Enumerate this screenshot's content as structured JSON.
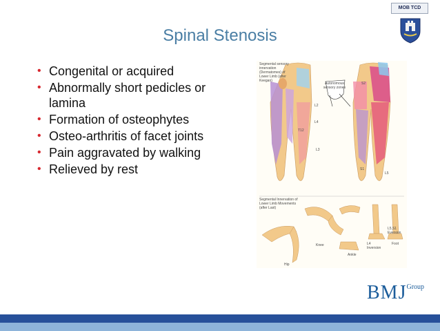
{
  "header": {
    "tag": "MOB TCD"
  },
  "slide": {
    "title": "Spinal Stenosis",
    "bullets": [
      "Congenital or acquired",
      "Abnormally short pedicles or lamina",
      "Formation of osteophytes",
      "Osteo-arthritis of facet joints",
      "Pain aggravated by walking",
      "Relieved by rest"
    ],
    "bullet_color": "#d7282f",
    "title_color": "#4a7ea4"
  },
  "figure": {
    "top_caption": "Segmental sensory innervation (Dermatomes) of Lower Limb (after Keegan)",
    "callout": "Autonomous sensory zones",
    "bottom_caption": "Segmental Innervation of Lower Limb Movements (after Last)",
    "labels": {
      "knee": "Knee",
      "hip": "Hip",
      "ankle": "Ankle",
      "foot": "Foot",
      "inversion": "L4 Inversion",
      "eversion": "L5,S1 Eversion",
      "l2": "L2",
      "l3": "L3",
      "l4": "L4",
      "l5": "L5",
      "s1": "S1",
      "s2": "S2",
      "t12": "T12"
    }
  },
  "logo": {
    "main": "BMJ",
    "sup": "Group",
    "color": "#1c5d9b"
  },
  "footer_colors": {
    "dark": "#27509a",
    "light": "#8eb4da"
  }
}
